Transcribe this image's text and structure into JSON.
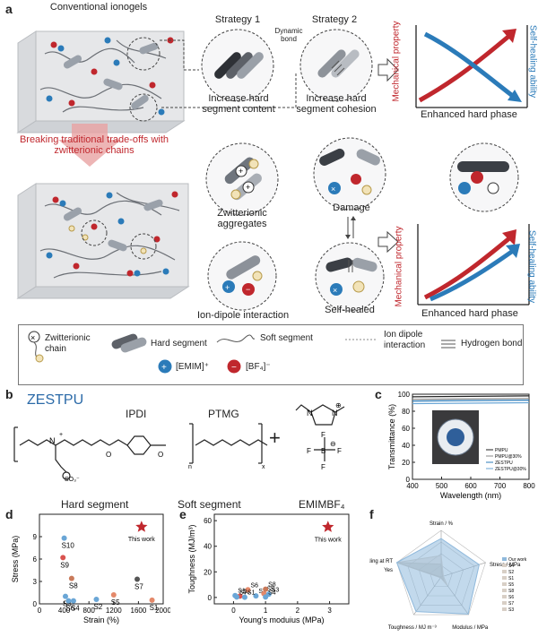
{
  "panel_a": {
    "label": "a",
    "conventional_title": "Conventional ionogels",
    "strategy1_title": "Strategy 1",
    "strategy1_desc": "Increase hard segment content",
    "strategy2_title": "Strategy 2",
    "strategy2_desc": "Increase hard segment cohesion",
    "dynamic_bond": "Dynamic bond",
    "axis_mech": "Mechanical property",
    "axis_heal": "Self-healing ability",
    "axis_x": "Enhanced hard phase",
    "breaking_text": "Breaking traditional trade-offs with zwitterionic chains",
    "zwitterionic_aggregates": "Zwitterionic aggregates",
    "ion_dipole": "Ion-dipole interaction",
    "damage": "Damage",
    "self_healed": "Self-healed",
    "axis_mech2": "Mechanical property",
    "axis_heal2": "Self-healing ability",
    "axis_x2": "Enhanced hard phase",
    "legend": {
      "zwitterionic_chain": "Zwitterionic chain",
      "hard_segment": "Hard segment",
      "soft_segment": "Soft segment",
      "ion_dipole": "Ion dipole interaction",
      "hydrogen_bond": "Hydrogen bond",
      "emim": "[EMIM]⁺",
      "bf4": "[BF₄]⁻"
    },
    "colors": {
      "red": "#c0272d",
      "blue": "#2b7bb9",
      "gray": "#8a8f96"
    }
  },
  "panel_b": {
    "label": "b",
    "title": "ZESTPU",
    "ipdi": "IPDI",
    "ptmg": "PTMG",
    "hard": "Hard segment",
    "soft": "Soft segment",
    "emim": "EMIMBF₄",
    "plus": "+"
  },
  "panel_c": {
    "label": "c",
    "ylabel": "Transmittance (%)",
    "xlabel": "Wavelength (nm)",
    "legend": [
      "PMPU",
      "PMPU@30%",
      "ZESTPU",
      "ZESTPU@30%"
    ]
  },
  "panel_d": {
    "label": "d",
    "annotation": "This work"
  },
  "panel_e": {
    "label": "e",
    "annotation": "This work"
  },
  "panel_f": {
    "label": "f",
    "axes": [
      "Strain / %",
      "Stress / MPa",
      "Modulus / MPa",
      "Toughness / MJ m⁻³",
      "Self-healing at RT"
    ],
    "self_heal_yes": "Yes",
    "legend": [
      "Our work",
      "S4",
      "S2",
      "S1",
      "S5",
      "S8",
      "S6",
      "S7",
      "S3"
    ]
  },
  "chart_data": [
    {
      "id": "c",
      "type": "line",
      "xlabel": "Wavelength (nm)",
      "ylabel": "Transmittance (%)",
      "xlim": [
        400,
        800
      ],
      "ylim": [
        0,
        100
      ],
      "x_ticks": [
        400,
        500,
        600,
        700,
        800
      ],
      "y_ticks": [
        0,
        20,
        40,
        60,
        80,
        100
      ],
      "series": [
        {
          "name": "PMPU",
          "color": "#222222",
          "x": [
            400,
            800
          ],
          "y": [
            97,
            98
          ]
        },
        {
          "name": "PMPU@30%",
          "color": "#888888",
          "x": [
            400,
            800
          ],
          "y": [
            94,
            95
          ]
        },
        {
          "name": "ZESTPU",
          "color": "#2b7bb9",
          "x": [
            400,
            800
          ],
          "y": [
            92,
            93
          ]
        },
        {
          "name": "ZESTPU@30%",
          "color": "#6aa6d6",
          "x": [
            400,
            800
          ],
          "y": [
            89,
            90
          ]
        }
      ]
    },
    {
      "id": "d",
      "type": "scatter",
      "xlabel": "Strain (%)",
      "ylabel": "Stress (MPa)",
      "xlim": [
        0,
        2000
      ],
      "ylim": [
        0,
        12
      ],
      "x_ticks": [
        0,
        400,
        800,
        1200,
        1600,
        2000
      ],
      "y_ticks": [
        0,
        3,
        6,
        9
      ],
      "points": [
        {
          "label": "S10",
          "x": 400,
          "y": 8.8,
          "color": "#6aa6d6"
        },
        {
          "label": "S9",
          "x": 380,
          "y": 6.2,
          "color": "#d9534f"
        },
        {
          "label": "S8",
          "x": 520,
          "y": 3.4,
          "color": "#c97a5a"
        },
        {
          "label": "S3",
          "x": 420,
          "y": 1.0,
          "color": "#6aa6d6"
        },
        {
          "label": "S6",
          "x": 470,
          "y": 0.4,
          "color": "#6aa6d6"
        },
        {
          "label": "S4",
          "x": 550,
          "y": 0.4,
          "color": "#6aa6d6"
        },
        {
          "label": "S2",
          "x": 920,
          "y": 0.6,
          "color": "#6aa6d6"
        },
        {
          "label": "S5",
          "x": 1200,
          "y": 1.2,
          "color": "#e4896a"
        },
        {
          "label": "S7",
          "x": 1580,
          "y": 3.3,
          "color": "#555555"
        },
        {
          "label": "S1",
          "x": 1820,
          "y": 0.5,
          "color": "#e4896a"
        },
        {
          "label": "This work",
          "x": 1650,
          "y": 10.3,
          "color": "#c0272d",
          "star": true
        }
      ]
    },
    {
      "id": "e",
      "type": "scatter",
      "xlabel": "Young's moduius (MPa)",
      "ylabel": "Toughness (MJ/m³)",
      "xlim": [
        -0.6,
        3.6
      ],
      "ylim": [
        -5,
        65
      ],
      "x_ticks": [
        0,
        1,
        2,
        3
      ],
      "y_ticks": [
        0,
        20,
        40,
        60
      ],
      "points": [
        {
          "label": "S10",
          "x": 0.05,
          "y": 1.5,
          "color": "#6aa6d6"
        },
        {
          "label": "S9",
          "x": 0.2,
          "y": 1.0,
          "color": "#d9534f"
        },
        {
          "label": "S6",
          "x": 0.45,
          "y": 6.0,
          "color": "#e4896a"
        },
        {
          "label": "S7",
          "x": 0.1,
          "y": 0.3,
          "color": "#6aa6d6"
        },
        {
          "label": "S2",
          "x": 0.7,
          "y": 1.2,
          "color": "#6aa6d6"
        },
        {
          "label": "S5",
          "x": 0.95,
          "y": 3.0,
          "color": "#e4896a"
        },
        {
          "label": "S8",
          "x": 1.0,
          "y": 6.5,
          "color": "#c97a5a"
        },
        {
          "label": "S3",
          "x": 1.1,
          "y": 2.5,
          "color": "#6aa6d6"
        },
        {
          "label": "S4",
          "x": 1.0,
          "y": 0.3,
          "color": "#6aa6d6"
        },
        {
          "label": "S1",
          "x": 0.35,
          "y": 0.2,
          "color": "#6aa6d6"
        },
        {
          "label": "This work",
          "x": 2.95,
          "y": 55,
          "color": "#c0272d",
          "star": true
        }
      ]
    },
    {
      "id": "f",
      "type": "radar",
      "axes": [
        "Strain / %",
        "Stress / MPa",
        "Modulus / MPa",
        "Toughness / MJ m⁻³",
        "Self-healing at RT"
      ],
      "axis_max": [
        2000,
        12,
        3,
        60,
        1
      ],
      "series": [
        {
          "name": "Our work",
          "values": [
            1650,
            10.3,
            2.95,
            55,
            1
          ],
          "color": "#8fb9dc"
        },
        {
          "name": "S4",
          "values": [
            550,
            0.4,
            0.3,
            1,
            1
          ],
          "color": "#c9c3bb"
        },
        {
          "name": "S2",
          "values": [
            920,
            0.6,
            0.7,
            1.2,
            1
          ],
          "color": "#d8cfc6"
        }
      ]
    }
  ]
}
